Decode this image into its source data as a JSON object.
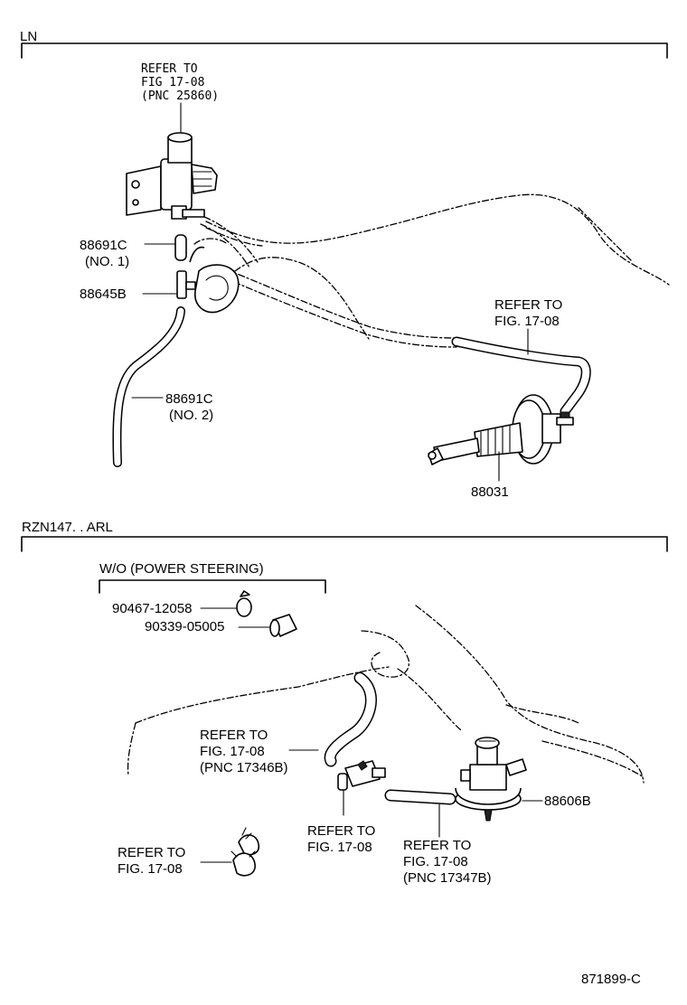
{
  "sections": [
    {
      "code": "LN",
      "labels": {
        "refer_vsv": [
          "REFER TO",
          "FIG 17-08",
          "(PNC 25860)"
        ],
        "hose_no1_part": "88691C",
        "hose_no1_num": "(NO. 1)",
        "joint_part": "88645B",
        "hose_no2_part": "88691C",
        "hose_no2_num": "(NO. 2)",
        "refer_hose": [
          "REFER TO",
          "FIG. 17-08"
        ],
        "actuator_part": "88031"
      }
    },
    {
      "code": "RZN147. . ARL",
      "labels": {
        "condition": "W/O (POWER STEERING)",
        "plug_part": "90467-12058",
        "cap_part": "90339-05005",
        "refer_hose_a": [
          "REFER TO",
          "FIG. 17-08",
          "(PNC 17346B)"
        ],
        "refer_valve": [
          "REFER TO",
          "FIG. 17-08"
        ],
        "refer_hose_b": [
          "REFER TO",
          "FIG. 17-08",
          "(PNC 17347B)"
        ],
        "refer_clamp": [
          "REFER TO",
          "FIG. 17-08"
        ],
        "idle_up_part": "88606B"
      }
    }
  ],
  "figure_code": "871899-C"
}
